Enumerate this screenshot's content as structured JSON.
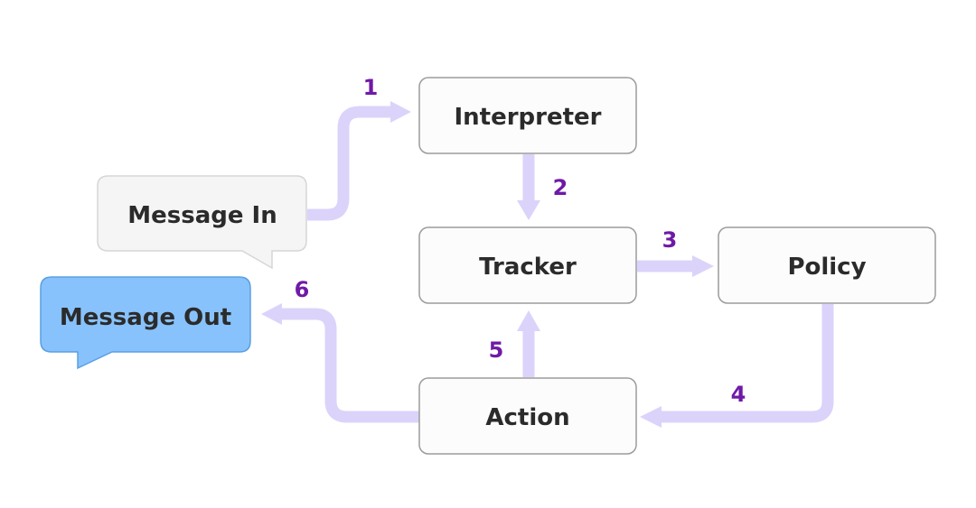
{
  "nodes": {
    "interpreter": "Interpreter",
    "tracker": "Tracker",
    "policy": "Policy",
    "action": "Action"
  },
  "bubbles": {
    "message_in": "Message In",
    "message_out": "Message Out"
  },
  "steps": [
    "1",
    "2",
    "3",
    "4",
    "5",
    "6"
  ],
  "colors": {
    "arrow": "#dcd3fb",
    "step_label": "#6f1aa6",
    "node_border": "#9c9c9c",
    "node_fill": "#fcfcfc",
    "message_in_fill": "#f5f5f5",
    "message_in_border": "#d6d6d6",
    "message_out_fill": "#88c2fc",
    "message_out_border": "#5a9fe0"
  }
}
